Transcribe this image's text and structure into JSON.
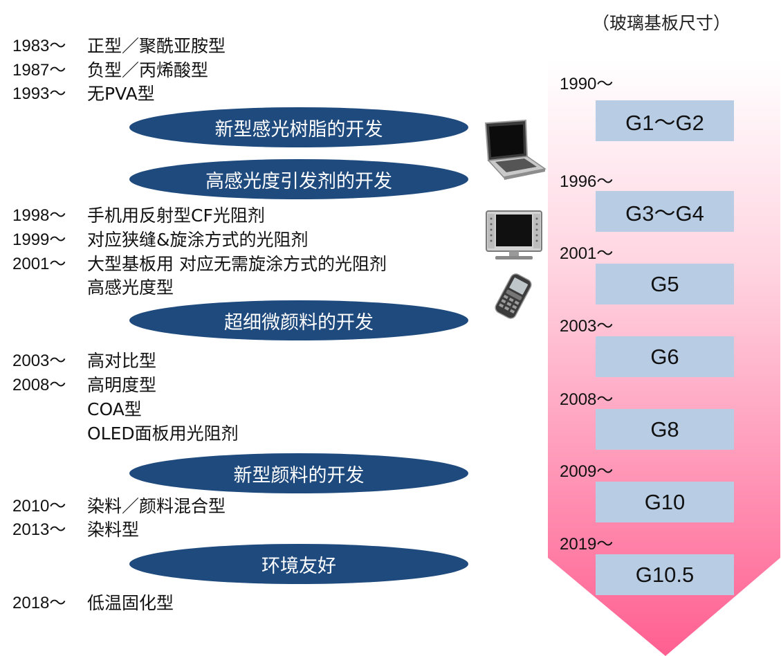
{
  "glass_caption": "（玻璃基板尺寸）",
  "entries": [
    {
      "year": "1983～",
      "text": "正型／聚酰亚胺型"
    },
    {
      "year": "1987～",
      "text": "负型／丙烯酸型"
    },
    {
      "year": "1993～",
      "text": "无PVA型"
    },
    {
      "year": "1998～",
      "text": "手机用反射型CF光阻剂"
    },
    {
      "year": "1999～",
      "text": "对应狭缝&旋涂方式的光阻剂"
    },
    {
      "year": "2001～",
      "text": "大型基板用  对应无需旋涂方式的光阻剂"
    },
    {
      "year": "",
      "text": "高感光度型"
    },
    {
      "year": "2003～",
      "text": "高对比型"
    },
    {
      "year": "2008～",
      "text": "高明度型"
    },
    {
      "year": "",
      "text": "COA型"
    },
    {
      "year": "",
      "text": "OLED面板用光阻剂"
    },
    {
      "year": "2010～",
      "text": "染料／颜料混合型"
    },
    {
      "year": "2013～",
      "text": "染料型"
    },
    {
      "year": "2018～",
      "text": "低温固化型"
    }
  ],
  "milestones": [
    "新型感光树脂的开发",
    "高感光度引发剂的开发",
    "超细微颜料的开发",
    "新型颜料的开发",
    "环境友好"
  ],
  "generations": [
    {
      "year": "1990～",
      "label": "G1～G2"
    },
    {
      "year": "1996～",
      "label": "G3～G4"
    },
    {
      "year": "2001～",
      "label": "G5"
    },
    {
      "year": "2003～",
      "label": "G6"
    },
    {
      "year": "2008～",
      "label": "G8"
    },
    {
      "year": "2009～",
      "label": "G10"
    },
    {
      "year": "2019～",
      "label": "G10.5"
    }
  ],
  "colors": {
    "milestone_fill": "#1f4a7d",
    "generation_box": "#b8cce4",
    "arrow_top": "#ffffff",
    "arrow_bottom": "#ff5f91"
  },
  "device_icons": [
    "laptop-icon",
    "monitor-icon",
    "mobile-phone-icon"
  ]
}
